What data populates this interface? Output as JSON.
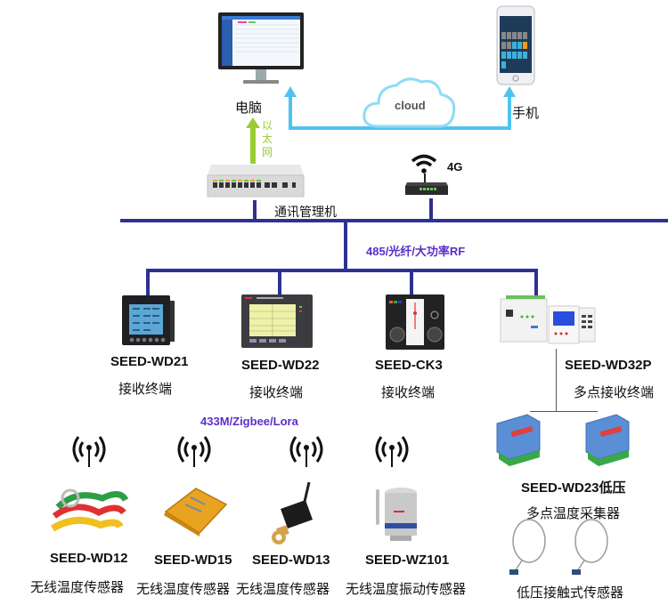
{
  "top": {
    "computer_label": "电脑",
    "phone_label": "手机",
    "cloud_label": "cloud",
    "ethernet_label": [
      "以",
      "太",
      "网"
    ],
    "gateway_label": "通讯管理机",
    "cellular_label": "4G"
  },
  "bus": {
    "protocol_label": "485/光纤/大功率RF",
    "wireless_protocol_label": "433M/Zigbee/Lora"
  },
  "terminals": [
    {
      "model": "SEED-WD21",
      "desc": "接收终端"
    },
    {
      "model": "SEED-WD22",
      "desc": "接收终端"
    },
    {
      "model": "SEED-CK3",
      "desc": "接收终端"
    },
    {
      "model": "SEED-WD32P",
      "desc": "多点接收终端"
    }
  ],
  "sensors": [
    {
      "model": "SEED-WD12",
      "desc": "无线温度传感器"
    },
    {
      "model": "SEED-WD15",
      "desc": "无线温度传感器"
    },
    {
      "model": "SEED-WD13",
      "desc": "无线温度传感器"
    },
    {
      "model": "SEED-WZ101",
      "desc": "无线温度振动传感器"
    }
  ],
  "collector": {
    "model_line": "SEED-WD23低压",
    "desc": "多点温度采集器",
    "probe_desc": "低压接触式传感器"
  },
  "colors": {
    "bus": "#2e3192",
    "cloud_link": "#4fc3f0",
    "ethernet": "#9acd32",
    "protocol_text": "#5a2fc9"
  }
}
